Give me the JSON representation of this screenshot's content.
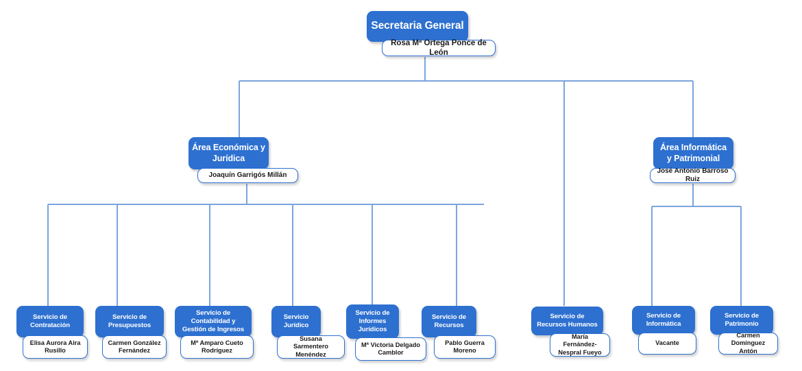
{
  "theme": {
    "box_fill": "#2d70d0",
    "box_text": "#ffffff",
    "person_fill": "#ffffff",
    "person_text": "#1a1a1a",
    "person_border": "#2d70d0",
    "connector": "#7ba4dd",
    "background": "#ffffff"
  },
  "org": {
    "root": {
      "title": "Secretaria General",
      "person": "Rosa Mª Ortega Ponce de León"
    },
    "areas": [
      {
        "title": "Área Económica y Jurídica",
        "person": "Joaquín Garrigós Millán"
      },
      {
        "title": "Área Informática y Patrimonial",
        "person": "José Antonio Barroso Ruiz"
      }
    ],
    "services": [
      {
        "title": "Servicio de Contratación",
        "person": "Elisa Aurora Aira Rusillo"
      },
      {
        "title": "Servicio de Presupuestos",
        "person": "Carmen González Fernández"
      },
      {
        "title": "Servicio de Contabilidad y Gestión de Ingresos",
        "person": "Mª Amparo Cueto Rodríguez"
      },
      {
        "title": "Servicio Jurídico",
        "person": "Susana Sarmentero Menéndez"
      },
      {
        "title": "Servicio de Informes Jurídicos",
        "person": "Mª Victoria Delgado Camblor"
      },
      {
        "title": "Servicio de Recursos",
        "person": "Pablo Guerra Moreno"
      },
      {
        "title": "Servicio de Recursos Humanos",
        "person": "María Fernández-Nespral Fueyo"
      },
      {
        "title": "Servicio de Informática",
        "person": "Vacante"
      },
      {
        "title": "Servicio  de Patrimonio",
        "person": "Carmen Domínguez Antón"
      }
    ]
  }
}
